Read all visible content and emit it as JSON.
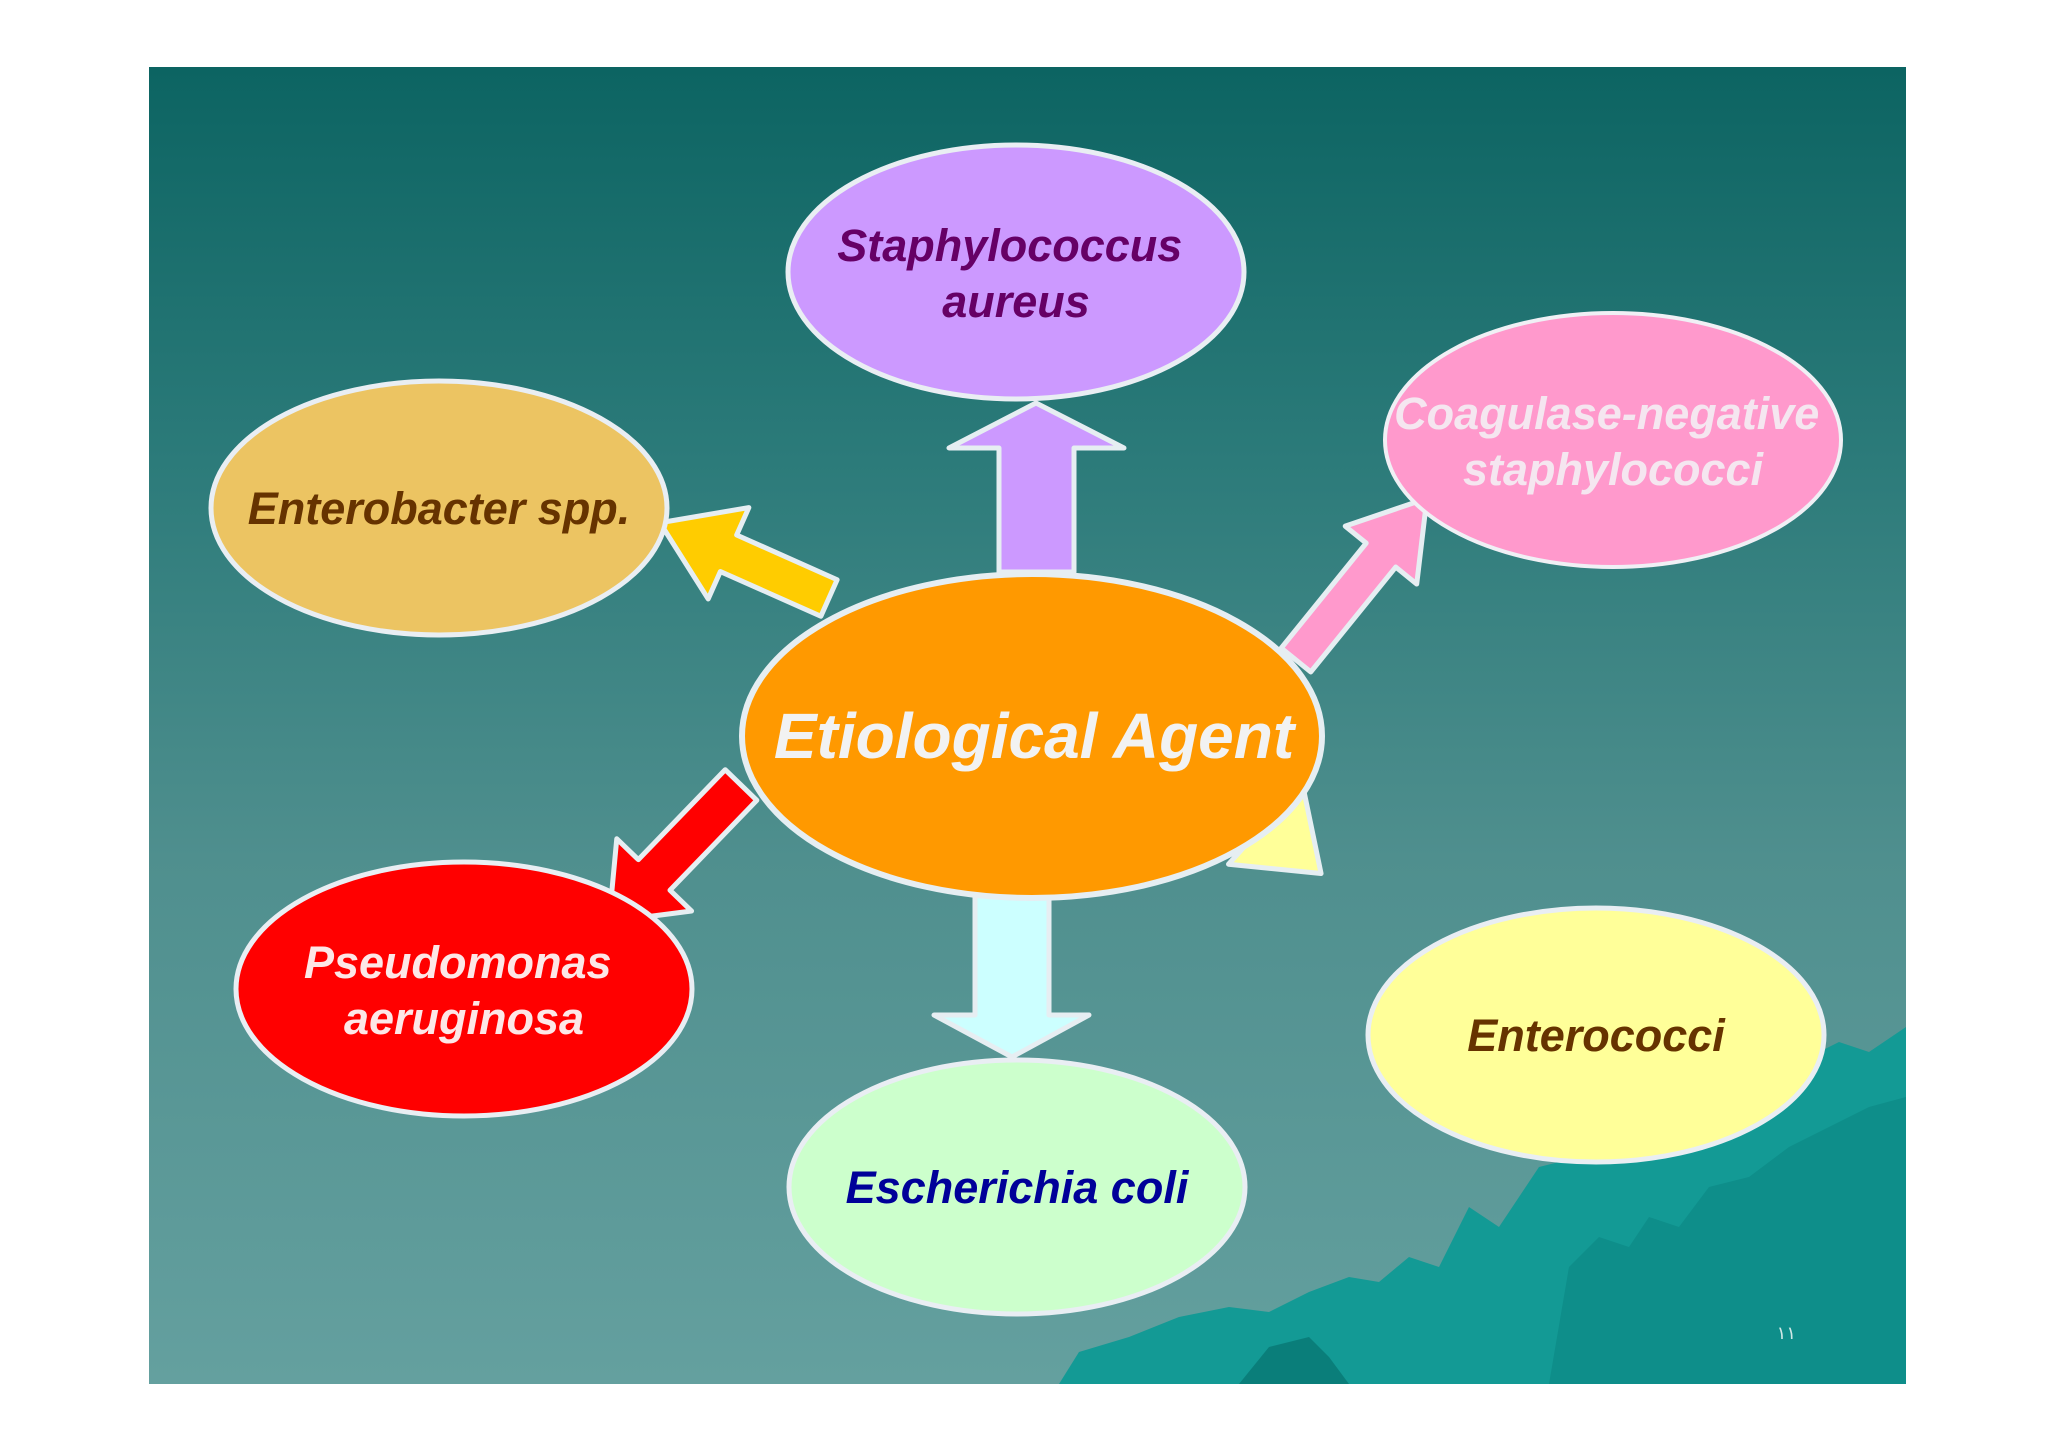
{
  "diagram": {
    "center": {
      "label": "Etiological Agent",
      "fill": "#ff9900",
      "text_color": "#f2f2f2"
    },
    "nodes": {
      "staph_aureus": {
        "line1": "Staphylococcus",
        "line2": "aureus",
        "fill": "#cc99ff",
        "text_color": "#660066",
        "arrow_color": "#cc99ff"
      },
      "coagulase_negative": {
        "line1": "Coagulase-negative",
        "line2": "staphylococci",
        "fill": "#ff99cc",
        "text_color": "#f5e6f0",
        "arrow_color": "#ff99cc"
      },
      "enterobacter": {
        "line1": "Enterobacter spp.",
        "fill": "#ecc462",
        "text_color": "#663300",
        "arrow_color": "#ffcc00"
      },
      "pseudomonas": {
        "line1": "Pseudomonas",
        "line2": "aeruginosa",
        "fill": "#ff0000",
        "text_color": "#fde7e7",
        "arrow_color": "#ff0000"
      },
      "escherichia": {
        "line1": "Escherichia coli",
        "fill": "#ccffcc",
        "text_color": "#000099",
        "arrow_color": "#ccffff"
      },
      "enterococci": {
        "line1": "Enterococci",
        "fill": "#ffff99",
        "text_color": "#663300",
        "arrow_color": "#ffff99"
      }
    }
  },
  "slide_number": "١١"
}
